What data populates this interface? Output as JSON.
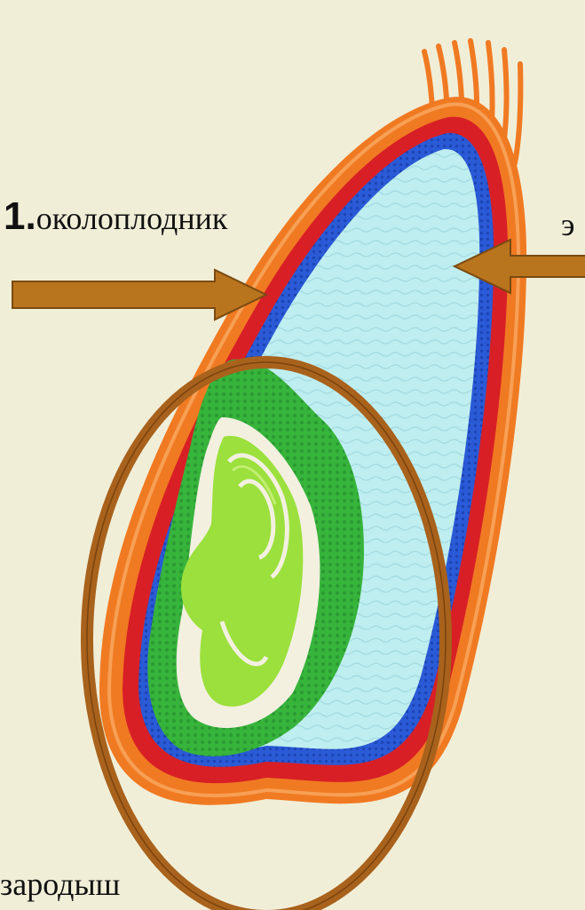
{
  "labels": {
    "pericarp_number": "1.",
    "pericarp": "околоплодник",
    "endosperm": "э",
    "embryo": "зародыш"
  },
  "colors": {
    "background": "#f1eed8",
    "pericarp_outer": "#f07a22",
    "seed_coat": "#d81f26",
    "aleurone": "#2a5ad6",
    "endosperm": "#bfeef0",
    "embryo_scutellum": "#37b43b",
    "embryo_core": "#9be03c",
    "arrow_fill": "#b9741e",
    "circle_outline": "#a8621c"
  }
}
